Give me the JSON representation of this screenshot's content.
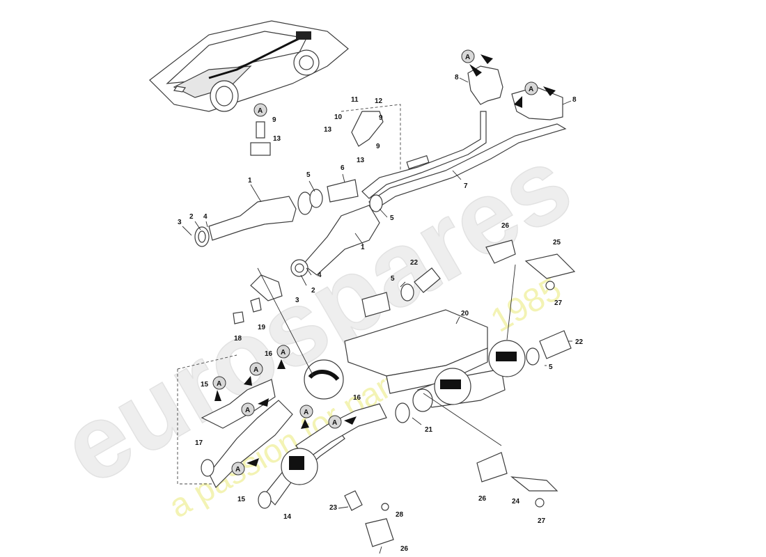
{
  "watermark": {
    "logo_text": "eurospares",
    "tagline": "a passion for parts since 1985"
  },
  "detail_marker": "A",
  "callouts": [
    {
      "id": "c1a",
      "label": "1"
    },
    {
      "id": "c1b",
      "label": "1"
    },
    {
      "id": "c2a",
      "label": "2"
    },
    {
      "id": "c2b",
      "label": "2"
    },
    {
      "id": "c3a",
      "label": "3"
    },
    {
      "id": "c3b",
      "label": "3"
    },
    {
      "id": "c4a",
      "label": "4"
    },
    {
      "id": "c4b",
      "label": "4"
    },
    {
      "id": "c5a",
      "label": "5"
    },
    {
      "id": "c5b",
      "label": "5"
    },
    {
      "id": "c5c",
      "label": "5"
    },
    {
      "id": "c5d",
      "label": "5"
    },
    {
      "id": "c6",
      "label": "6"
    },
    {
      "id": "c7",
      "label": "7"
    },
    {
      "id": "c8a",
      "label": "8"
    },
    {
      "id": "c8b",
      "label": "8"
    },
    {
      "id": "c9a",
      "label": "9"
    },
    {
      "id": "c9b",
      "label": "9"
    },
    {
      "id": "c9c",
      "label": "9"
    },
    {
      "id": "c10",
      "label": "10"
    },
    {
      "id": "c11",
      "label": "11"
    },
    {
      "id": "c12",
      "label": "12"
    },
    {
      "id": "c13a",
      "label": "13"
    },
    {
      "id": "c13b",
      "label": "13"
    },
    {
      "id": "c13c",
      "label": "13"
    },
    {
      "id": "c14",
      "label": "14"
    },
    {
      "id": "c15a",
      "label": "15"
    },
    {
      "id": "c15b",
      "label": "15"
    },
    {
      "id": "c16a",
      "label": "16"
    },
    {
      "id": "c16b",
      "label": "16"
    },
    {
      "id": "c17",
      "label": "17"
    },
    {
      "id": "c18",
      "label": "18"
    },
    {
      "id": "c19",
      "label": "19"
    },
    {
      "id": "c20",
      "label": "20"
    },
    {
      "id": "c21",
      "label": "21"
    },
    {
      "id": "c22a",
      "label": "22"
    },
    {
      "id": "c22b",
      "label": "22"
    },
    {
      "id": "c23",
      "label": "23"
    },
    {
      "id": "c24",
      "label": "24"
    },
    {
      "id": "c25",
      "label": "25"
    },
    {
      "id": "c26a",
      "label": "26"
    },
    {
      "id": "c26b",
      "label": "26"
    },
    {
      "id": "c26c",
      "label": "26"
    },
    {
      "id": "c27a",
      "label": "27"
    },
    {
      "id": "c27b",
      "label": "27"
    },
    {
      "id": "c28",
      "label": "28"
    }
  ],
  "colors": {
    "line": "#3a3a3a",
    "watermark_grey": "#e8e8e8",
    "watermark_yellow": "#f1f1a8",
    "marker_fill": "#d8d8d8"
  }
}
